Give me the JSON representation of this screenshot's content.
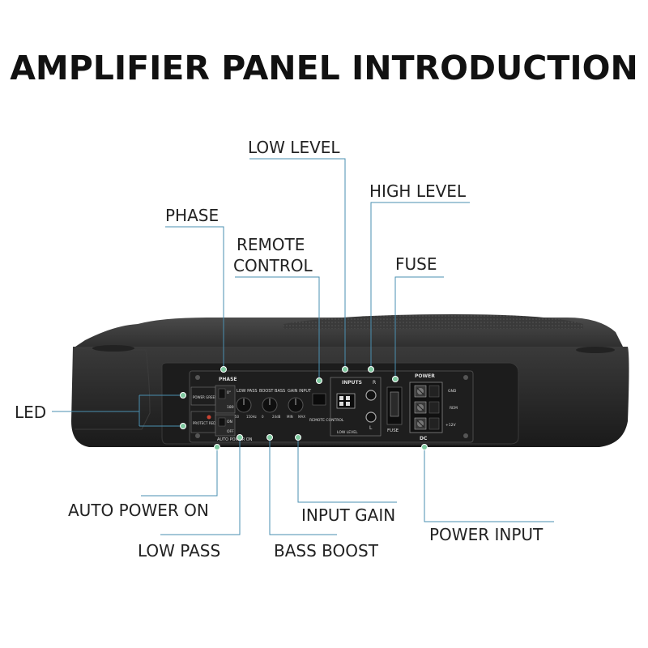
{
  "title": "AMPLIFIER PANEL INTRODUCTION",
  "labels": {
    "low_level": "LOW LEVEL",
    "high_level": "HIGH LEVEL",
    "phase": "PHASE",
    "remote_control_1": "REMOTE",
    "remote_control_2": "CONTROL",
    "fuse": "FUSE",
    "led": "LED",
    "auto_power_on": "AUTO POWER ON",
    "input_gain": "INPUT GAIN",
    "power_input": "POWER INPUT",
    "low_pass": "LOW PASS",
    "bass_boost": "BASS BOOST"
  },
  "panel_text": {
    "phase": "PHASE",
    "phase_0": "0°",
    "phase_180": "180",
    "power_green": "POWER GREEN",
    "protect_red": "PROTECT RED",
    "on": "ON",
    "off": "OFF",
    "lowpass": "LOW PASS",
    "boost_bass": "BOOST BASS",
    "gain_input": "GAIN INPUT",
    "hz50": "50",
    "hz150": "150Hz",
    "db0": "0",
    "db24": "24dB",
    "min": "MIN",
    "max": "MAX",
    "remote_control": "REMOTE CONTROL",
    "inputs": "INPUTS",
    "r": "R",
    "l": "L",
    "low_level": "LOW    LEVEL",
    "fuse": "FUSE",
    "power": "POWER",
    "gnd": "GND",
    "rem": "REM",
    "v12": "+12V",
    "dc": "DC",
    "auto_power_on": "AUTO POWER ON"
  },
  "colors": {
    "leader_line": "#4a8fb0",
    "dot": "#7fc9a0",
    "body": "#2a2a2a"
  }
}
